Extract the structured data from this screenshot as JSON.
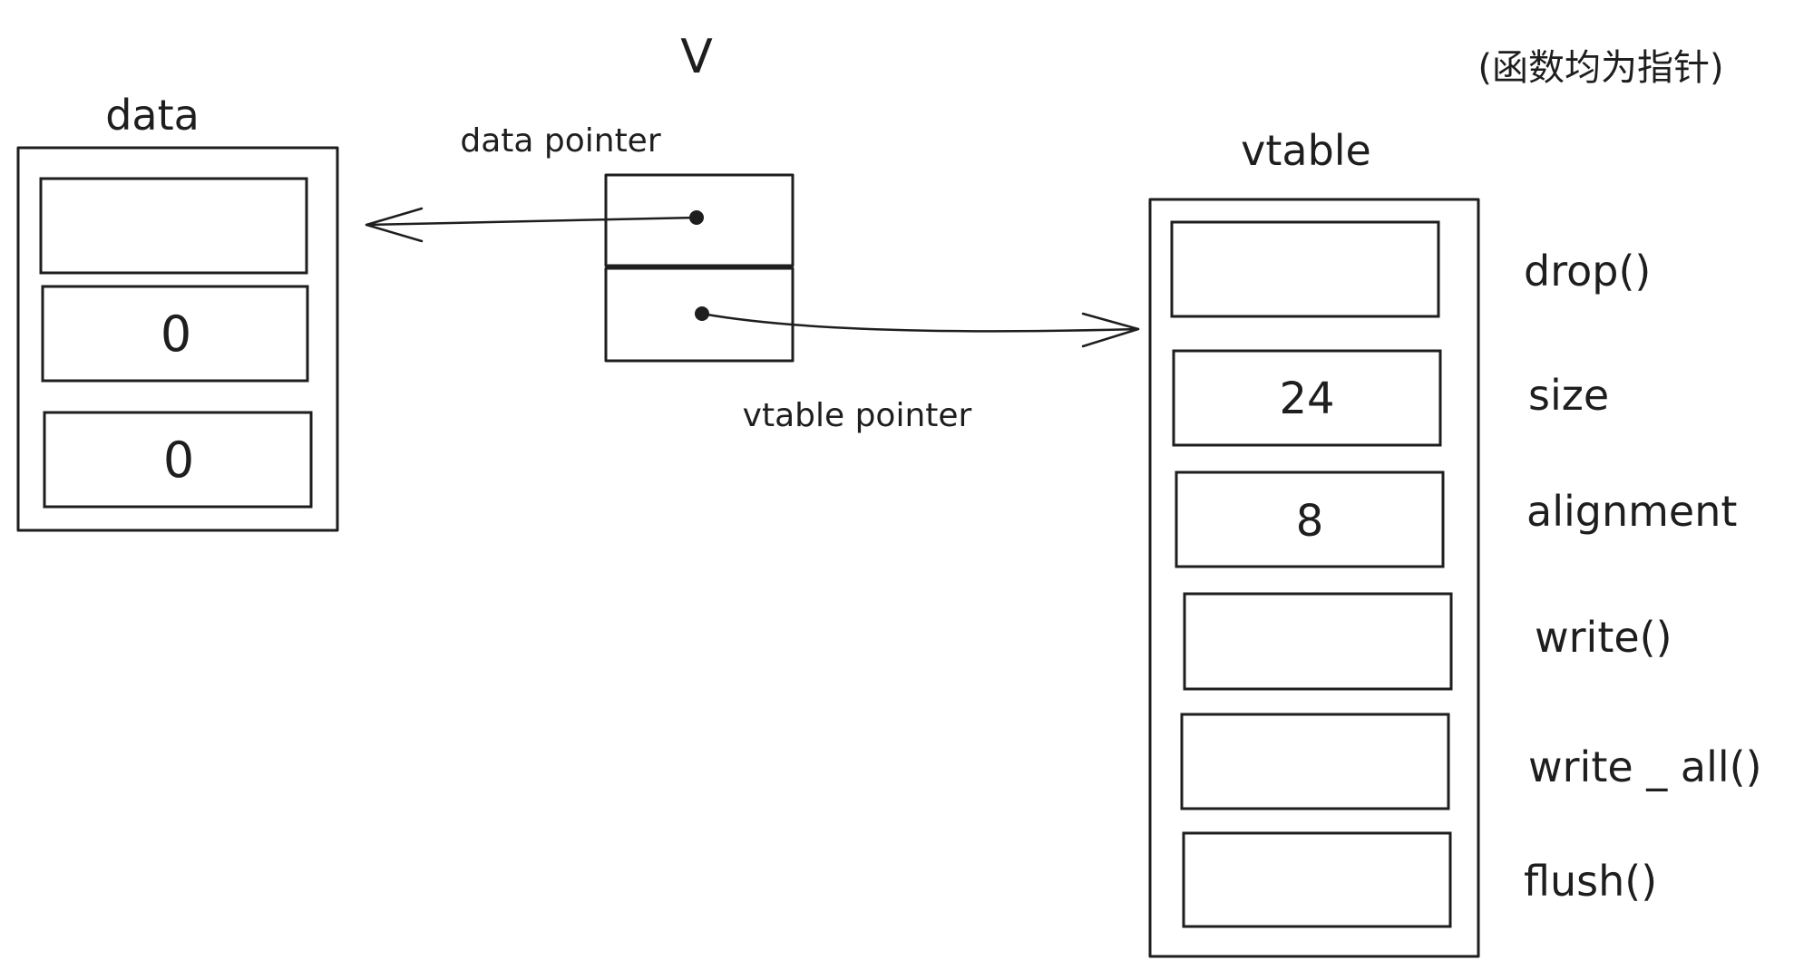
{
  "labels": {
    "v_title": "V",
    "note": "(函数均为指针)",
    "data_title": "data",
    "vtable_title": "vtable",
    "data_pointer": "data pointer",
    "vtable_pointer": "vtable pointer"
  },
  "data_box": {
    "cells": [
      "",
      "0",
      "0"
    ]
  },
  "vtable": {
    "cells": [
      {
        "value": "",
        "field": "drop()"
      },
      {
        "value": "24",
        "field": "size"
      },
      {
        "value": "8",
        "field": "alignment"
      },
      {
        "value": "",
        "field": "write()"
      },
      {
        "value": "",
        "field": "write _ all()"
      },
      {
        "value": "",
        "field": "flush()"
      }
    ]
  },
  "colors": {
    "data_fill": "#3bb08f",
    "vtable_fill": "#f5b335",
    "data_pointer_fill": "#8fcf4a",
    "vtable_pointer_fill": "#f08a45",
    "ink": "#1e1e1e"
  }
}
